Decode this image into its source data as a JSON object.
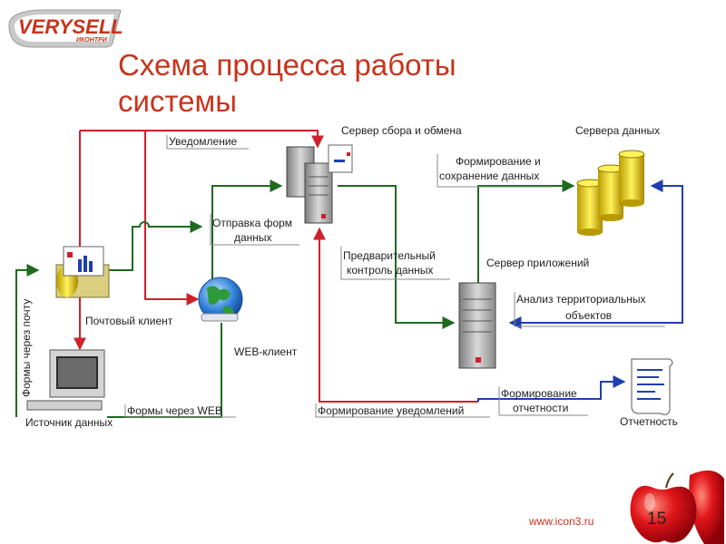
{
  "logo": {
    "brand": "VERYSELL",
    "sub": "ИКОНТРИ"
  },
  "slide": {
    "title_line1": "Схема процесса работы",
    "title_line2": "системы",
    "footer_url": "www.icon3.ru",
    "page_number": "15"
  },
  "diagram": {
    "nodes": {
      "collection_server": "Сервер сбора и обмена",
      "data_servers": "Сервера данных",
      "app_server": "Сервер приложений",
      "mail_client": "Почтовый клиент",
      "web_client": "WEB-клиент",
      "data_source": "Источник данных",
      "reporting": "Отчетность"
    },
    "edges": {
      "notification": "Уведомление",
      "send_forms_1": "Отправка форм",
      "send_forms_2": "данных",
      "precheck_1": "Предварительный",
      "precheck_2": "контроль данных",
      "form_save_1": "Формирование и",
      "form_save_2": "сохранение данных",
      "territorial_1": "Анализ территориальных",
      "territorial_2": "объектов",
      "reports_1": "Формирование",
      "reports_2": "отчетности",
      "notifications_form": "Формирование уведомлений",
      "web_forms": "Формы через WEB",
      "mail_forms": "Формы через почту"
    },
    "colors": {
      "red": "#d0202a",
      "green": "#1e6b1e",
      "blue": "#1f3fb0"
    }
  }
}
